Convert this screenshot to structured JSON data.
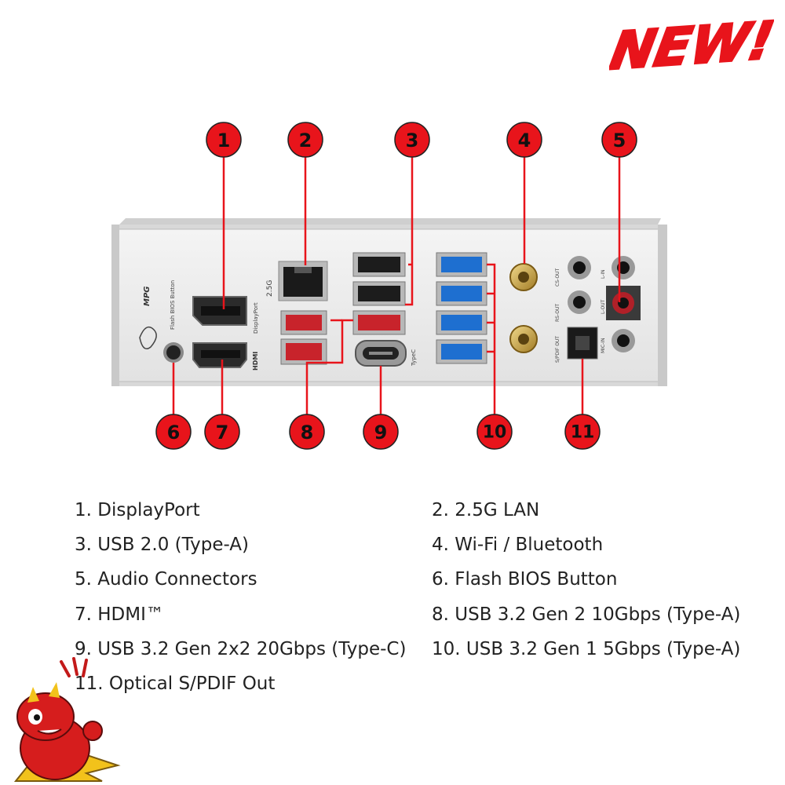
{
  "badge": {
    "text": "NEW!",
    "color": "#e8141b"
  },
  "accent_color": "#e8141b",
  "callouts": [
    "1",
    "2",
    "3",
    "4",
    "5",
    "6",
    "7",
    "8",
    "9",
    "10",
    "11"
  ],
  "panel_labels": {
    "brand": "MPG",
    "bios_button": "Flash BIOS Button",
    "lan": "2.5G",
    "displayport": "DisplayPort",
    "hdmi": "HDMI",
    "usbc": "TypeC",
    "optical": "S/PDIF OUT",
    "line_in": "L-IN",
    "line_out": "L-OUT",
    "mic_in": "MIC-IN",
    "cs_out": "CS-OUT",
    "rs_out": "RS-OUT"
  },
  "legend": [
    "1. DisplayPort",
    "2. 2.5G LAN",
    "3. USB 2.0 (Type-A)",
    "4. Wi-Fi / Bluetooth",
    "5. Audio Connectors",
    "6. Flash BIOS Button",
    "7. HDMI™",
    "8. USB 3.2 Gen 2 10Gbps (Type-A)",
    "9. USB 3.2 Gen 2x2 20Gbps (Type-C)",
    "10. USB 3.2 Gen 1 5Gbps (Type-A)",
    "11. Optical S/PDIF Out"
  ],
  "mascot": {
    "icon": "red-dragon-mascot-icon"
  }
}
